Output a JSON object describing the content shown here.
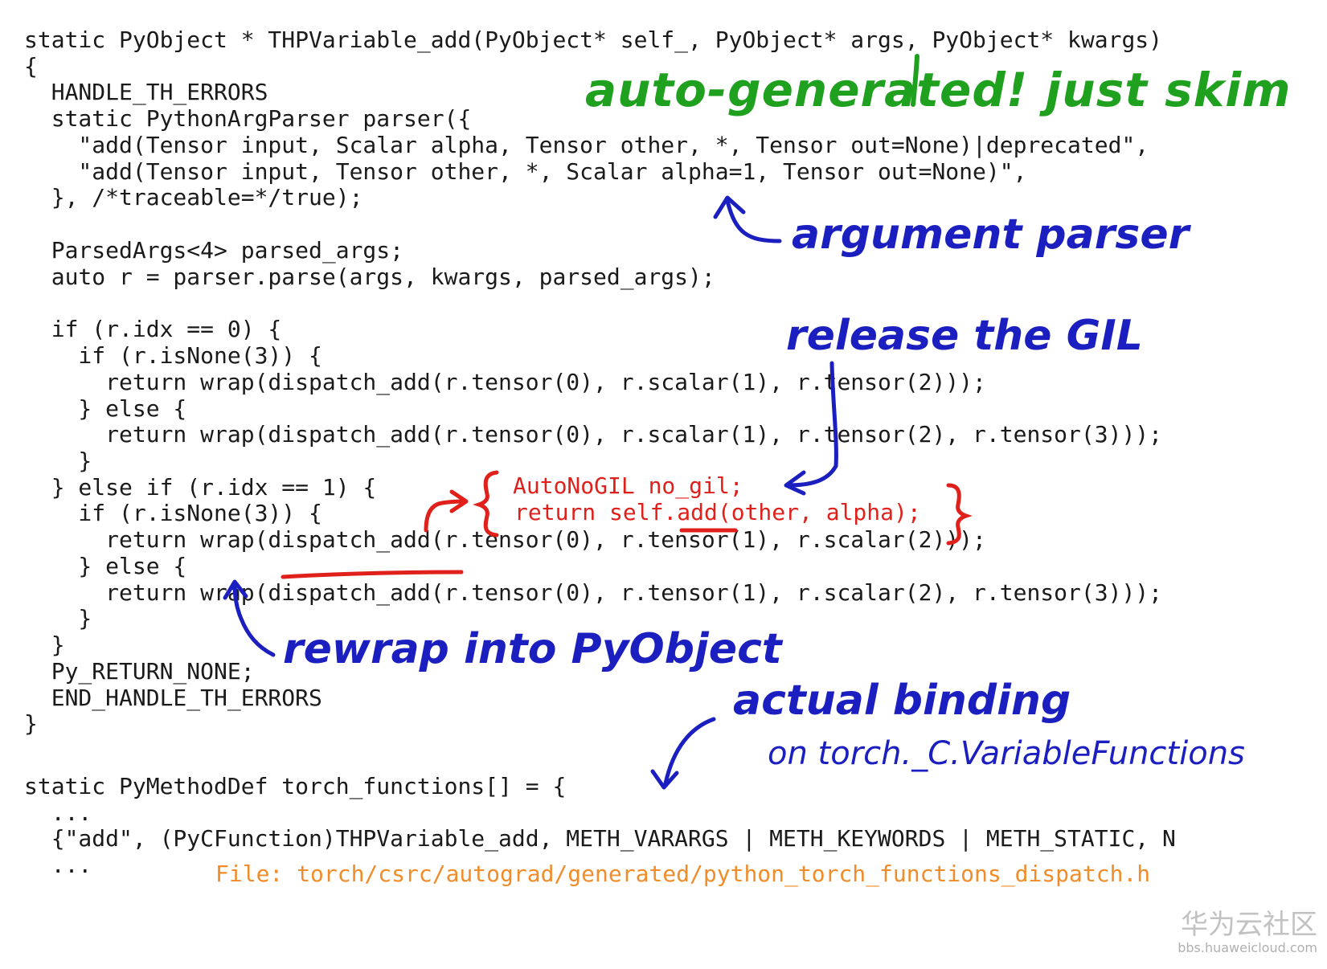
{
  "code": {
    "lines": [
      "static PyObject * THPVariable_add(PyObject* self_, PyObject* args, PyObject* kwargs)",
      "{",
      "  HANDLE_TH_ERRORS",
      "  static PythonArgParser parser({",
      "    \"add(Tensor input, Scalar alpha, Tensor other, *, Tensor out=None)|deprecated\",",
      "    \"add(Tensor input, Tensor other, *, Scalar alpha=1, Tensor out=None)\",",
      "  }, /*traceable=*/true);",
      "",
      "  ParsedArgs<4> parsed_args;",
      "  auto r = parser.parse(args, kwargs, parsed_args);",
      "",
      "  if (r.idx == 0) {",
      "    if (r.isNone(3)) {",
      "      return wrap(dispatch_add(r.tensor(0), r.scalar(1), r.tensor(2)));",
      "    } else {",
      "      return wrap(dispatch_add(r.tensor(0), r.scalar(1), r.tensor(2), r.tensor(3)));",
      "    }",
      "  } else if (r.idx == 1) {",
      "    if (r.isNone(3)) {",
      "      return wrap(dispatch_add(r.tensor(0), r.tensor(1), r.scalar(2)));",
      "    } else {",
      "      return wrap(dispatch_add(r.tensor(0), r.tensor(1), r.scalar(2), r.tensor(3)));",
      "    }",
      "  }",
      "  Py_RETURN_NONE;",
      "  END_HANDLE_TH_ERRORS",
      "}",
      "",
      "static PyMethodDef torch_functions[] = {",
      "  ...",
      "  {\"add\", (PyCFunction)THPVariable_add, METH_VARARGS | METH_KEYWORDS | METH_STATIC, N",
      "  ..."
    ],
    "inline_red": [
      "AutoNoGIL no_gil;",
      "return self.add(other, alpha);"
    ],
    "file_path": "File: torch/csrc/autograd/generated/python_torch_functions_dispatch.h"
  },
  "annotations": {
    "auto_generated": "auto-generated! just skim",
    "argument_parser": "argument parser",
    "release_gil": "release the GIL",
    "rewrap": "rewrap into PyObject",
    "actual_binding": "actual binding",
    "binding_target": "on torch._C.VariableFunctions"
  },
  "colors": {
    "code": "#1a1a1a",
    "red": "#e0201b",
    "green_annotation": "#1fa11f",
    "blue_annotation": "#1b1fc0",
    "file_path": "#f08c2a"
  },
  "watermark": {
    "title": "华为云社区",
    "url": "bbs.huaweicloud.com"
  }
}
